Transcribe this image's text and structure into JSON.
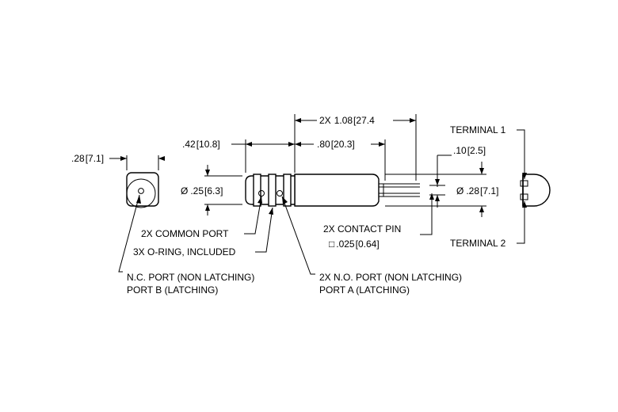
{
  "dimensions": {
    "end_view_width": {
      "inch": ".28",
      "mm": "7.1"
    },
    "port_length": {
      "inch": ".42",
      "mm": "10.8"
    },
    "body_diameter": {
      "inch": ".25",
      "mm": "6.3"
    },
    "body_length": {
      "inch": ".80",
      "mm": "20.3"
    },
    "overall_length": {
      "prefix": "2X",
      "inch": "1.08",
      "mm": "27.4"
    },
    "pin_spacing": {
      "inch": ".10",
      "mm": "2.5"
    },
    "head_diameter": {
      "inch": ".28",
      "mm": "7.1"
    },
    "pin_square": {
      "inch": ".025",
      "mm": "0.64"
    }
  },
  "symbols": {
    "diameter": "Ø",
    "square": "□",
    "bracket_open": "[",
    "bracket_close": "]"
  },
  "labels": {
    "common_port": "2X COMMON PORT",
    "o_ring": "3X O-RING, INCLUDED",
    "nc_port_line1": "N.C. PORT (NON LATCHING)",
    "nc_port_line2": "PORT B (LATCHING)",
    "no_port_line1": "2X N.O. PORT (NON LATCHING)",
    "no_port_line2": "PORT A (LATCHING)",
    "contact_pin": "2X CONTACT PIN",
    "terminal_1": "TERMINAL 1",
    "terminal_2": "TERMINAL 2"
  }
}
